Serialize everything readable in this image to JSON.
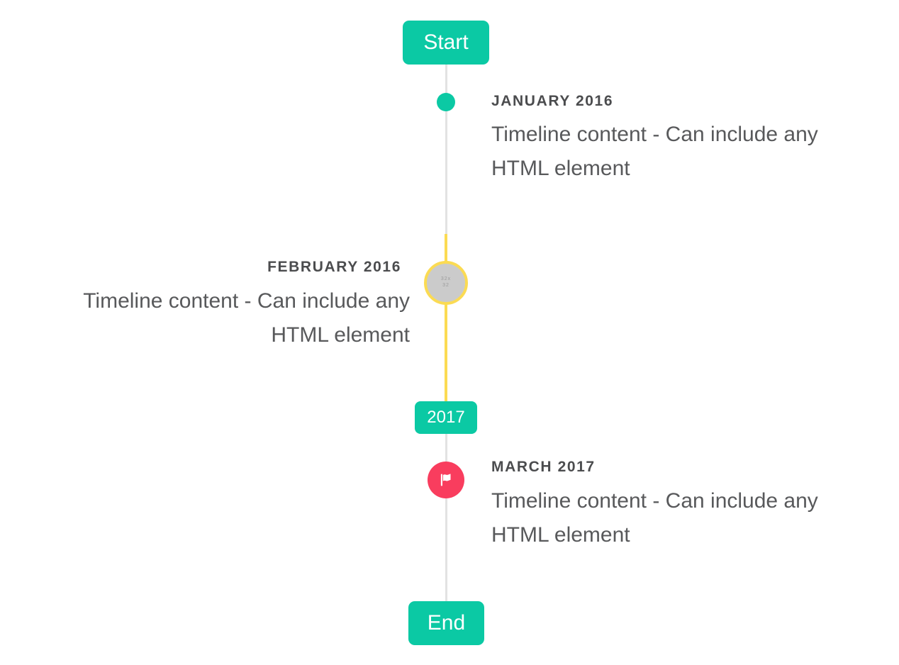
{
  "page": {
    "background": "#ffffff"
  },
  "timeline": {
    "start_label": "Start",
    "end_label": "End",
    "year_badge": "2017",
    "colors": {
      "accent_teal": "#0bc9a4",
      "accent_red": "#f93d5e",
      "accent_yellow": "#fbdb53",
      "line_gray": "#e2e2e2",
      "marker_gray": "#cbcbcb"
    },
    "items": [
      {
        "title": "JANUARY 2016",
        "side": "right",
        "marker": "teal-dot",
        "content_lines": [
          "Timeline content - Can include any",
          "HTML element"
        ]
      },
      {
        "title": "FEBRUARY 2016",
        "side": "left",
        "marker": "image-placeholder",
        "image_alt": "32x32",
        "content_lines": [
          "Timeline content - Can include any",
          "HTML element"
        ]
      },
      {
        "title": "MARCH 2017",
        "side": "right",
        "marker": "flag",
        "content_lines": [
          "Timeline content - Can include any",
          "HTML element"
        ]
      }
    ]
  }
}
